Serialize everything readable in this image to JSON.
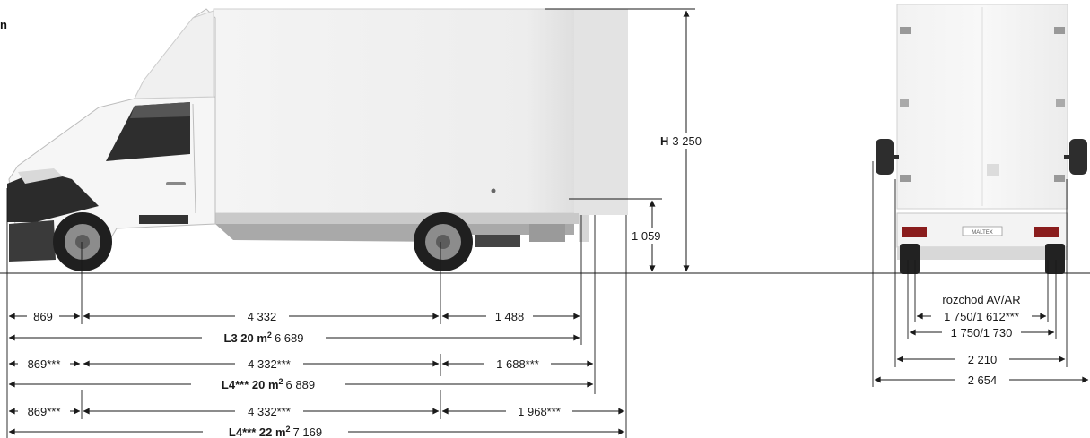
{
  "corner_label": "n",
  "side_view": {
    "height": {
      "label": "H",
      "value": "3 250"
    },
    "floor_height": "1 059",
    "rows": [
      {
        "front": "869",
        "wheelbase": "4 332",
        "rear": "1 488",
        "total": {
          "label": "L3 20 m",
          "sup": "2",
          "value": "6 689"
        }
      },
      {
        "front": "869***",
        "wheelbase": "4 332***",
        "rear": "1 688***",
        "total": {
          "label": "L4*** 20 m",
          "sup": "2",
          "value": "6 889"
        }
      },
      {
        "front": "869***",
        "wheelbase": "4 332***",
        "rear": "1 968***",
        "total": {
          "label": "L4*** 22 m",
          "sup": "2",
          "value": "7 169"
        }
      }
    ]
  },
  "rear_view": {
    "track_title": "rozchod AV/AR",
    "track_1": "1 750/1 612***",
    "track_2": "1 750/1 730",
    "width_body": "2 210",
    "width_mirrors": "2 654",
    "plate_text": "MALTEX"
  }
}
